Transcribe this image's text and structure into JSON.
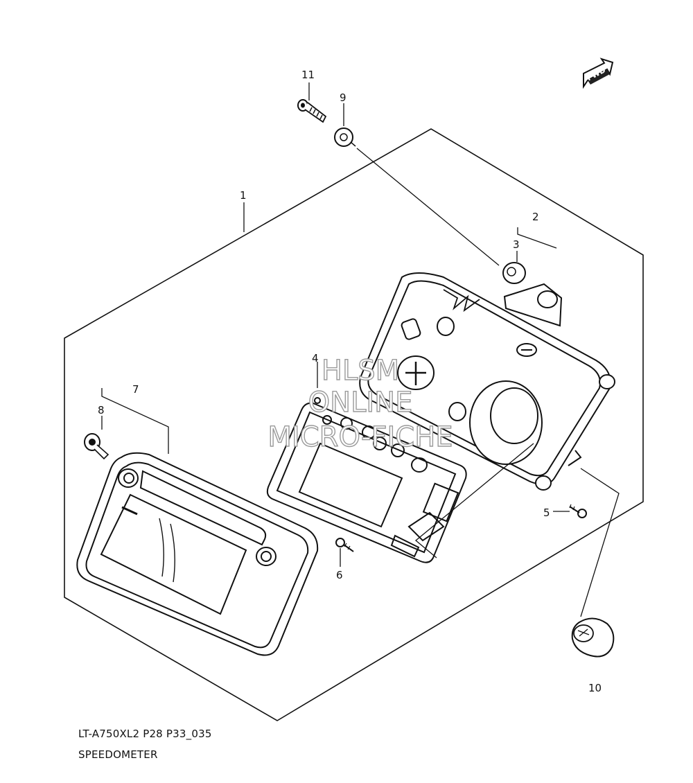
{
  "title_code": "LT-A750XL2 P28 P33_035",
  "title": "SPEEDOMETER",
  "fwd_label": "FWD",
  "watermark": [
    "HLSM",
    "ONLINE",
    "MICRO-FICHE"
  ],
  "callouts": [
    "1",
    "2",
    "3",
    "4",
    "5",
    "6",
    "7",
    "8",
    "9",
    "10",
    "11"
  ],
  "colors": {
    "line": "#111111",
    "watermark": "#cccccc",
    "background": "#ffffff"
  }
}
